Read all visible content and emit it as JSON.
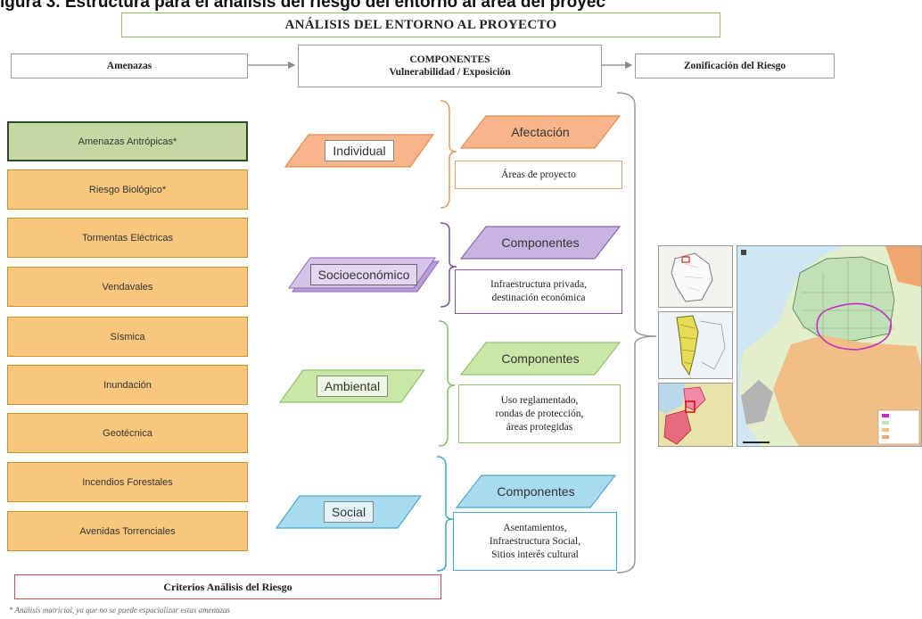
{
  "figure_title_partial": "igura 3. Estructura para el análisis del riesgo del entorno al área del proyec",
  "header": {
    "title": "ANÁLISIS DEL ENTORNO AL PROYECTO",
    "amenazas": "Amenazas",
    "componentes_line1": "COMPONENTES",
    "componentes_line2": "Vulnerabilidad / Exposición",
    "zonificacion": "Zonificación del Riesgo"
  },
  "threats": [
    "Amenazas Antrópicas*",
    "Riesgo Biológico*",
    "Tormentas Eléctricas",
    "Vendavales",
    "Sísmica",
    "Inundación",
    "Geotécnica",
    "Incendios Forestales",
    "Avenidas Torrenciales"
  ],
  "groups": [
    {
      "label": "Individual",
      "tag": "Afectación",
      "desc": [
        "Áreas de proyecto"
      ]
    },
    {
      "label": "Socioeconómico",
      "tag": "Componentes",
      "desc": [
        "Infraestructura privada,",
        "destinación económica"
      ]
    },
    {
      "label": "Ambiental",
      "tag": "Componentes",
      "desc": [
        "Uso reglamentado,",
        "rondas de protección,",
        "áreas protegidas"
      ]
    },
    {
      "label": "Social",
      "tag": "Componentes",
      "desc": [
        "Asentamientos,",
        "Infraestructura Social,",
        "Sitios  interés cultural"
      ]
    }
  ],
  "footer": {
    "criteria": "Criterios Análisis del Riesgo",
    "note": "* Análisis matricial, ya que no se puede espacializar estas amenazas"
  },
  "colors": {
    "orange": "#f8c77d",
    "green_box": "#c4d7a4",
    "individual": "#f9b58a",
    "socioeconomico": "#c9b3e0",
    "ambiental": "#cbe7a8",
    "social": "#a9dbef",
    "connector": "#999999"
  }
}
